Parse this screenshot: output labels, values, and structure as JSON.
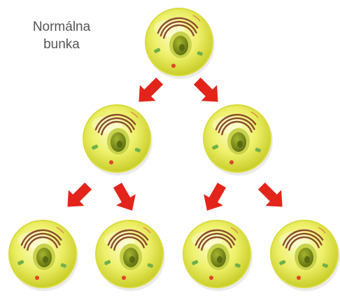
{
  "label": {
    "line1": "Normálna",
    "line2": "bunka"
  },
  "cells": [
    {
      "name": "cell-parent",
      "generation": 1
    },
    {
      "name": "cell-gen2-left",
      "generation": 2
    },
    {
      "name": "cell-gen2-right",
      "generation": 2
    },
    {
      "name": "cell-gen3-1",
      "generation": 3
    },
    {
      "name": "cell-gen3-2",
      "generation": 3
    },
    {
      "name": "cell-gen3-3",
      "generation": 3
    },
    {
      "name": "cell-gen3-4",
      "generation": 3
    }
  ],
  "arrows": [
    {
      "name": "arrow-parent-to-left",
      "from": "cell-parent",
      "to": "cell-gen2-left"
    },
    {
      "name": "arrow-parent-to-right",
      "from": "cell-parent",
      "to": "cell-gen2-right"
    },
    {
      "name": "arrow-left-to-gen3-1",
      "from": "cell-gen2-left",
      "to": "cell-gen3-1"
    },
    {
      "name": "arrow-left-to-gen3-2",
      "from": "cell-gen2-left",
      "to": "cell-gen3-2"
    },
    {
      "name": "arrow-right-to-gen3-3",
      "from": "cell-gen2-right",
      "to": "cell-gen3-3"
    },
    {
      "name": "arrow-right-to-gen3-4",
      "from": "cell-gen2-right",
      "to": "cell-gen3-4"
    }
  ],
  "colors": {
    "cell_membrane": "#d9dc3a",
    "cell_fill": "#f0f27a",
    "cell_glow": "#fafcc8",
    "nucleus": "#8a9a1e",
    "nucleolus": "#4f5f10",
    "nucleus_ring": "#c7d24a",
    "golgi": "#8a4a2e",
    "organelle_green": "#6fb04a",
    "organelle_red": "#e0442a",
    "arrow": "#e3241b"
  }
}
